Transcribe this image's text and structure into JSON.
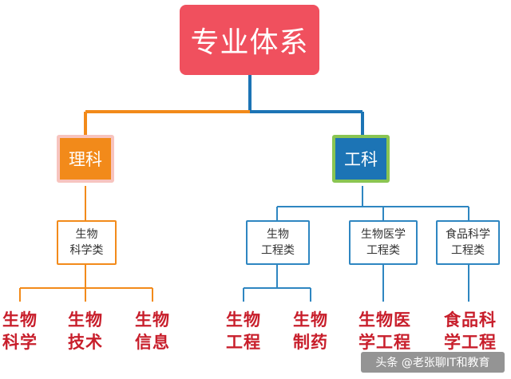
{
  "root": {
    "label": "专业体系"
  },
  "categories": [
    {
      "label": "理科"
    },
    {
      "label": "工科"
    }
  ],
  "subcategories": [
    {
      "label": "生物\n科学类"
    },
    {
      "label": "生物\n工程类"
    },
    {
      "label": "生物医学\n工程类"
    },
    {
      "label": "食品科学\n工程类"
    }
  ],
  "majors": [
    {
      "label": "生物\n科学"
    },
    {
      "label": "生物\n技术"
    },
    {
      "label": "生物\n信息"
    },
    {
      "label": "生物\n工程"
    },
    {
      "label": "生物\n制药"
    },
    {
      "label": "生物医\n学工程"
    },
    {
      "label": "食品科\n学工程"
    }
  ],
  "watermark": {
    "text": "头条 @老张聊IT和教育"
  },
  "colors": {
    "root": "#f0505e",
    "science_branch": "#f28a1a",
    "engineering_branch": "#1c74b5",
    "major_text": "#c81e2b"
  }
}
